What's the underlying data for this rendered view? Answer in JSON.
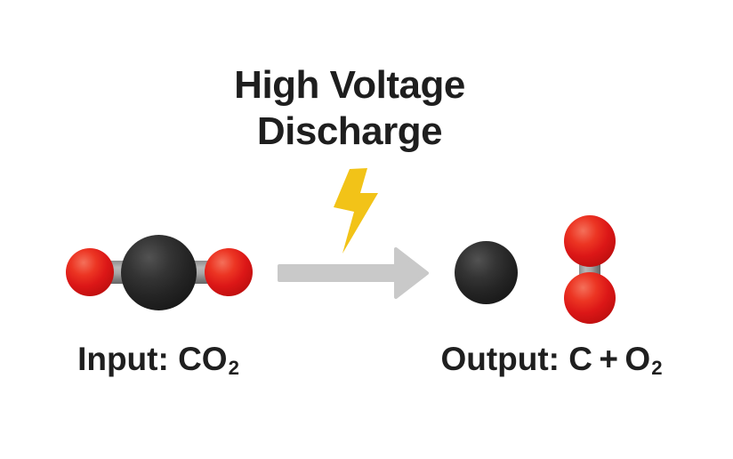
{
  "title": {
    "line1": "High Voltage",
    "line2": "Discharge"
  },
  "reaction": {
    "input": {
      "label_text": "Input: CO",
      "label_sub": "2",
      "formula": "CO2",
      "atoms": [
        "O",
        "C",
        "O"
      ]
    },
    "output": {
      "label_text": "Output: C + O",
      "label_sub": "2",
      "formula": "C + O2",
      "products": [
        "C",
        "O2"
      ]
    }
  },
  "icons": {
    "lightning": "lightning-bolt-icon",
    "arrow": "reaction-arrow-icon"
  },
  "colors": {
    "background": "#FFFFFF",
    "text": "#1E1E1E",
    "bolt_yellow": "#F2C318",
    "arrow_gray": "#C9C9C9",
    "oxygen_red": "#DC1717",
    "carbon_black": "#232323",
    "bond_gray": "#9E9E9E"
  }
}
